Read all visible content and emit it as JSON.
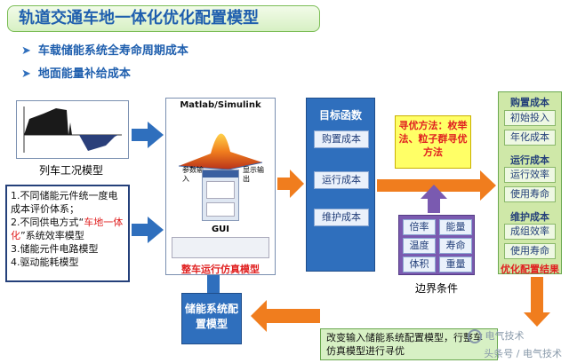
{
  "title": "轨道交通车地一体化优化配置模型",
  "bullets": [
    "车载储能系统全寿命周期成本",
    "地面能量补给成本"
  ],
  "train_model_label": "列车工况模型",
  "requirements": {
    "line1": "1.不同储能元件统一度电成本评价体系；",
    "line2a": "2.不同供电方式“",
    "line2_highlight": "车地一体化",
    "line2b": "”系统效率模型",
    "line3": "3.储能元件电路模型",
    "line4": "4.驱动能耗模型"
  },
  "sim": {
    "header": "Matlab/Simulink",
    "param_in": "参数输入",
    "display_out": "显示输出",
    "gui": "GUI",
    "caption": "整车运行仿真模型"
  },
  "objective": {
    "title": "目标函数",
    "items": [
      "购置成本",
      "运行成本",
      "维护成本"
    ]
  },
  "optimization": "寻优方法：枚举法、粒子群寻优方法",
  "boundary": {
    "cells": [
      "倍率",
      "能量",
      "温度",
      "寿命",
      "体积",
      "重量"
    ],
    "label": "边界条件"
  },
  "results": {
    "groups": [
      {
        "head": "购置成本",
        "items": [
          "初始投入",
          "年化成本"
        ]
      },
      {
        "head": "运行成本",
        "items": [
          "运行效率",
          "使用寿命"
        ]
      },
      {
        "head": "维护成本",
        "items": [
          "成组效率",
          "使用寿命"
        ]
      }
    ],
    "label": "优化配置结果"
  },
  "storage_config": "储能系统配置模型",
  "feedback": "改变输入储能系统配置模型，行整车仿真模型进行寻优",
  "watermark": "头条号 / 电气技术",
  "logo_text": "电气技术",
  "colors": {
    "accent": "#2f6fbd",
    "arrow": "#f07d1e",
    "highlight": "#e02020",
    "caption": "#e02020"
  }
}
